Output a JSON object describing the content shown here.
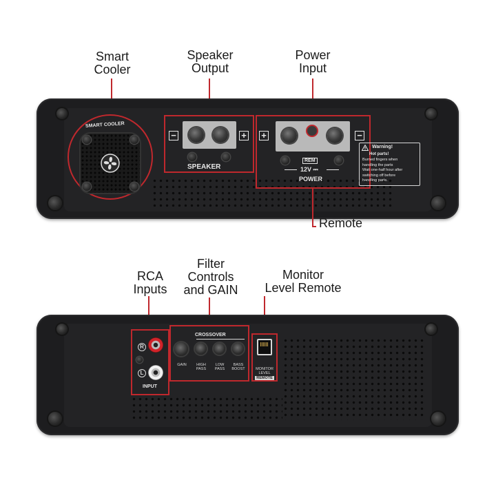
{
  "callouts": {
    "smart_cooler": [
      "Smart",
      "Cooler"
    ],
    "speaker_output": [
      "Speaker",
      "Output"
    ],
    "power_input": [
      "Power",
      "Input"
    ],
    "remote": "Remote",
    "rca_inputs": [
      "RCA",
      "Inputs"
    ],
    "filter_controls": [
      "Filter",
      "Controls",
      "and GAIN"
    ],
    "monitor_level": [
      "Monitor",
      "Level Remote"
    ]
  },
  "top_panel": {
    "fan_label": "SMART COOLER",
    "speaker_label": "SPEAKER",
    "minus": "−",
    "plus": "+",
    "rem_label": "REM",
    "voltage_label": "12V ⎓",
    "power_label": "POWER",
    "warning": {
      "title": "Warning!",
      "heading": "Hot parts!",
      "body": [
        "Burned fingers when",
        "handling the parts",
        "Wait one-half hour after",
        "switching off before",
        "handling parts."
      ]
    }
  },
  "bottom_panel": {
    "input_label": "INPUT",
    "rca_right": "R",
    "rca_left": "L",
    "crossover_label": "CROSSOVER",
    "controls": [
      {
        "name": "GAIN",
        "sub": ""
      },
      {
        "name": "HIGH",
        "sub": "PASS"
      },
      {
        "name": "LOW",
        "sub": "PASS"
      },
      {
        "name": "BASS",
        "sub": "BOOST"
      }
    ],
    "monitor_label": [
      "MONITOR",
      "LEVEL"
    ],
    "remote_label": "REMOTE"
  },
  "colors": {
    "accent_red": "#c0282d",
    "chassis": "#1d1d1f",
    "label_text": "#e8e8e8"
  }
}
